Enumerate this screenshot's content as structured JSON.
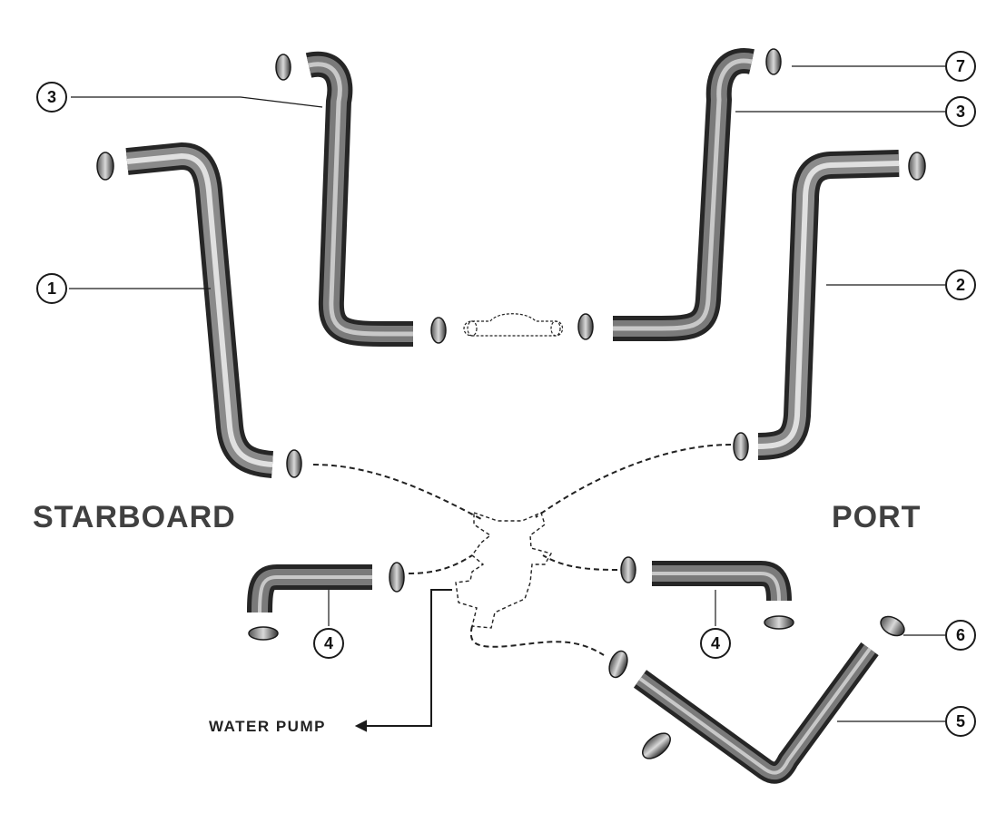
{
  "labels": {
    "starboard": "STARBOARD",
    "port": "PORT",
    "water_pump": "WATER PUMP"
  },
  "callouts": {
    "c1": "1",
    "c2": "2",
    "c3_left": "3",
    "c3_right": "3",
    "c4_left": "4",
    "c4_right": "4",
    "c5": "5",
    "c6": "6",
    "c7": "7"
  },
  "colors": {
    "ink": "#1a1a1a",
    "hose_dark": "#2b2b2b",
    "hose_mid": "#6e6e6e",
    "hose_light": "#bdbdbd",
    "label_gray": "#404040"
  }
}
